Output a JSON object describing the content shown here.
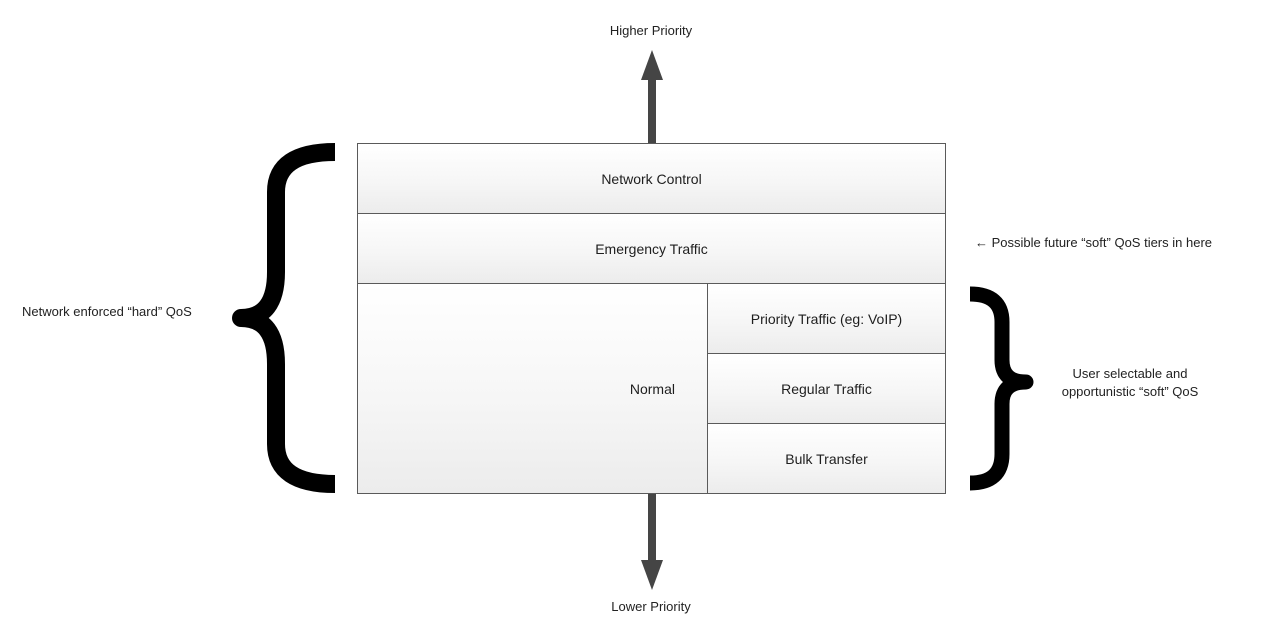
{
  "axis": {
    "top_label": "Higher Priority",
    "bottom_label": "Lower Priority"
  },
  "tiers": {
    "network_control": "Network Control",
    "emergency": "Emergency Traffic",
    "normal": "Normal",
    "priority": "Priority Traffic (eg: VoIP)",
    "regular": "Regular Traffic",
    "bulk": "Bulk Transfer"
  },
  "annotations": {
    "hard_qos": "Network enforced “hard” QoS",
    "future_note": "Possible future “soft” QoS tiers in here",
    "soft_qos_line1": "User selectable and",
    "soft_qos_line2": "opportunistic “soft” QoS"
  },
  "colors": {
    "arrow": "#454545",
    "brace": "#000000",
    "box_border": "#5a5a5a"
  }
}
